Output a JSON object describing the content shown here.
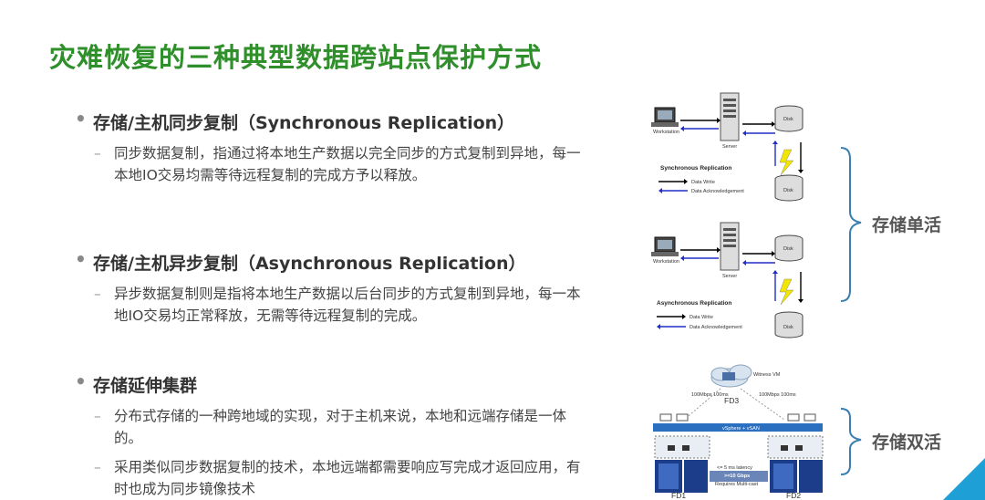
{
  "title": "灾难恢复的三种典型数据跨站点保护方式",
  "sections": [
    {
      "heading": "存储/主机同步复制（Synchronous Replication）",
      "items": [
        "同步数据复制，指通过将本地生产数据以完全同步的方式复制到异地，每一本地IO交易均需等待远程复制的完成方予以释放。"
      ]
    },
    {
      "heading": "存储/主机异步复制（Asynchronous Replication）",
      "items": [
        "异步数据复制则是指将本地生产数据以后台同步的方式复制到异地，每一本地IO交易均正常释放，无需等待远程复制的完成。"
      ]
    },
    {
      "heading": "存储延伸集群",
      "items": [
        "分布式存储的一种跨地域的实现，对于主机来说，本地和远端存储是一体的。",
        "采用类似同步数据复制的技术，本地远端都需要响应写完成才返回应用，有时也成为同步镜像技术"
      ]
    }
  ],
  "diagram": {
    "sync_caption": "Synchronous Replication",
    "async_caption": "Asynchronous Replication",
    "workstation": "Workstation",
    "server": "Server",
    "disk": "Disk",
    "legend_write": "Data Write",
    "legend_ack": "Data Acknowledgement",
    "witness": "Witness VM",
    "fd3": "FD3",
    "fd1": "FD1",
    "fd2": "FD2",
    "latency": "<= 5 ms latency",
    "bandwidth": ">=10 Gbps",
    "multicast": "Requires Multi-cast",
    "link_left": "100Mbps 100ms",
    "link_right": "100Mbps 100ms",
    "vsphere": "vSphere + vSAN"
  },
  "labels": {
    "single_active": "存储单活",
    "dual_active": "存储双活"
  },
  "colors": {
    "title": "#2f8f2a",
    "accent_corner": "#1e9fd6",
    "brace": "#3a7fb0",
    "ack_arrow": "#1f2fc8"
  }
}
